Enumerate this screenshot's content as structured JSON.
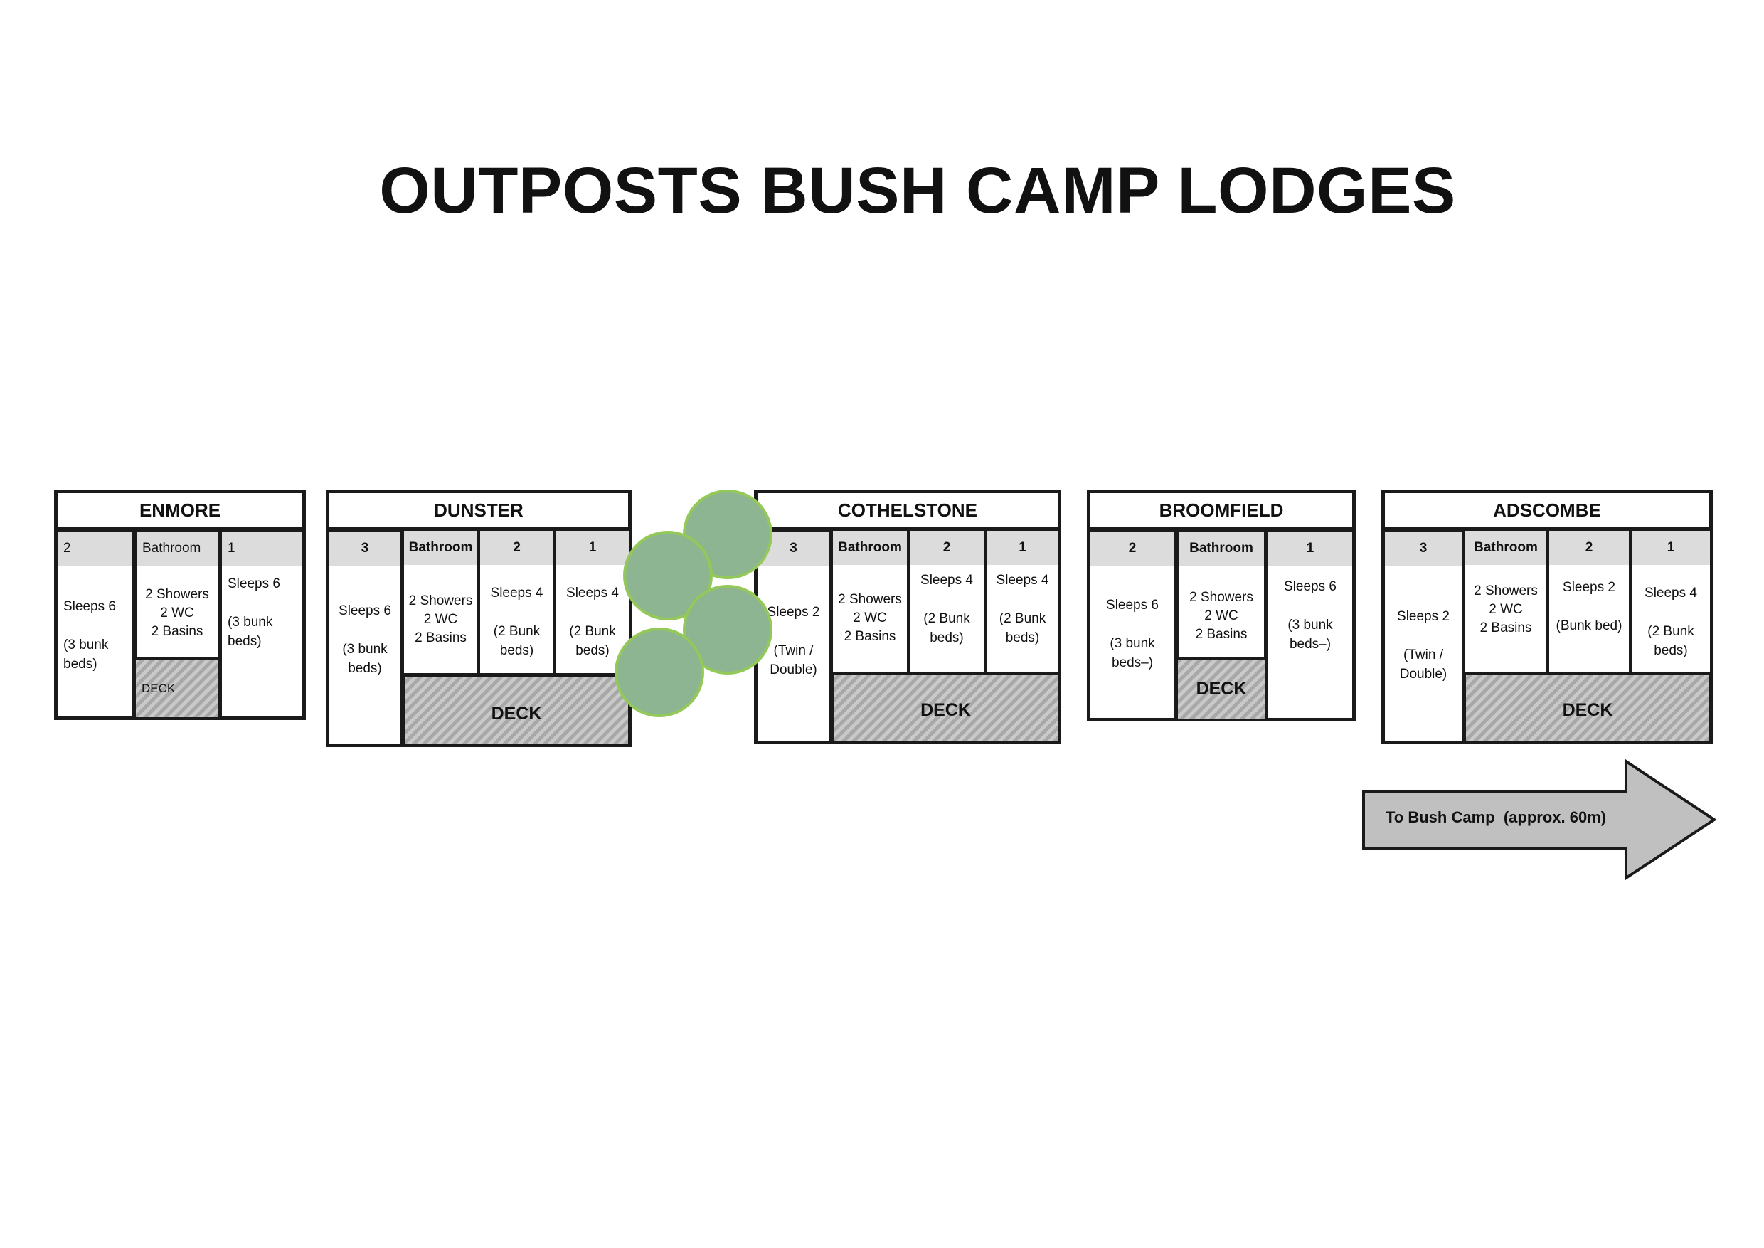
{
  "title": "OUTPOSTS BUSH CAMP LODGES",
  "lodges": {
    "enmore": {
      "name": "ENMORE",
      "c1_label": "2",
      "c1_text": "Sleeps 6\n\n(3 bunk\nbeds)",
      "c2_label": "Bathroom",
      "c2_text": "2 Showers\n2 WC\n2 Basins",
      "c2_deck": "DECK",
      "c3_label": "1",
      "c3_text": "Sleeps 6\n\n(3 bunk\nbeds)"
    },
    "dunster": {
      "name": "DUNSTER",
      "c1_label": "3",
      "c1_text": "Sleeps 6\n\n(3 bunk\nbeds)",
      "c2_label": "Bathroom",
      "c2_text": "2 Showers\n2 WC\n2 Basins",
      "c3_label": "2",
      "c3_text": "Sleeps 4\n\n(2 Bunk\nbeds)",
      "c4_label": "1",
      "c4_text": "Sleeps 4\n\n(2 Bunk\nbeds)",
      "deck": "DECK"
    },
    "cothelstone": {
      "name": "COTHELSTONE",
      "c1_label": "3",
      "c1_text": "Sleeps 2\n\n(Twin /\nDouble)",
      "c2_label": "Bathroom",
      "c2_text": "2 Showers\n2 WC\n2 Basins",
      "c3_label": "2",
      "c3_text": "Sleeps 4\n\n(2 Bunk\nbeds)",
      "c4_label": "1",
      "c4_text": "Sleeps 4\n\n(2 Bunk\nbeds)",
      "deck": "DECK"
    },
    "broomfield": {
      "name": "BROOMFIELD",
      "c1_label": "2",
      "c1_text": "Sleeps 6\n\n(3 bunk\nbeds–)",
      "c2_label": "Bathroom",
      "c2_text": "2 Showers\n2 WC\n2 Basins",
      "c2_deck": "DECK",
      "c3_label": "1",
      "c3_text": "Sleeps 6\n\n(3 bunk\nbeds–)"
    },
    "adscombe": {
      "name": "ADSCOMBE",
      "c1_label": "3",
      "c1_text": "Sleeps 2\n\n(Twin /\nDouble)",
      "c2_label": "Bathroom",
      "c2_text": "2 Showers\n2 WC\n2 Basins",
      "c3_label": "2",
      "c3_text": "Sleeps 2\n\n(Bunk bed)",
      "c4_label": "1",
      "c4_text": "Sleeps 4\n\n(2 Bunk\nbeds)",
      "deck": "DECK"
    }
  },
  "arrow_label": "To Bush Camp  (approx. 60m)",
  "colors": {
    "tree_fill": "#8db591",
    "tree_stroke": "#94c95a",
    "header_fill": "#dcdcdc",
    "deck_hatch": "#a8a8a8",
    "arrow_fill": "#c0c0c0"
  }
}
